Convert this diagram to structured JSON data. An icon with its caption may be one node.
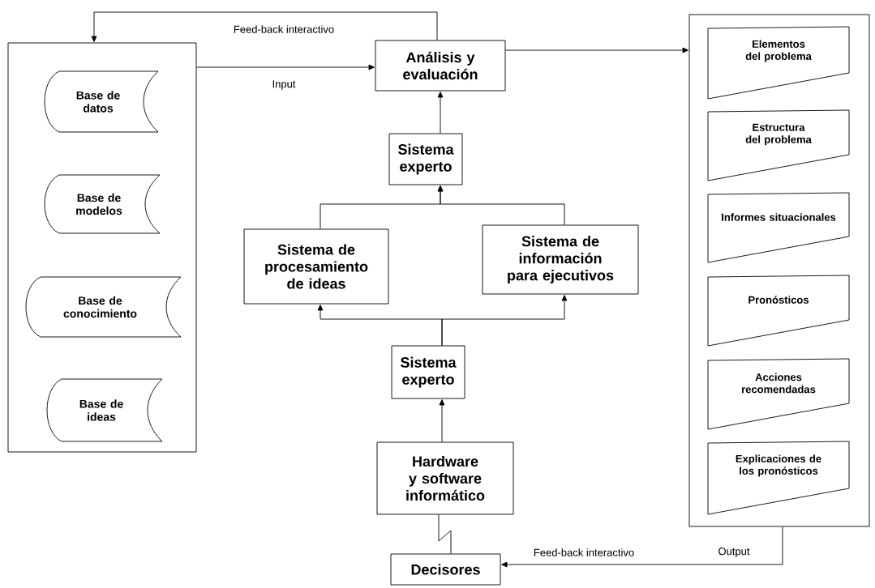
{
  "diagram": {
    "nodes": [
      {
        "text": [],
        "shape": "box"
      },
      {
        "text": [
          "Base de datos"
        ],
        "in": 0
      },
      {
        "text": [
          "Base de modelos"
        ],
        "in": 0
      },
      {
        "text": [
          "Base de conocimiento"
        ],
        "in": 0
      },
      {
        "text": [
          "Base de ideas"
        ],
        "in": 0
      },
      {
        "text": [
          "Análisis y evaluación"
        ]
      },
      {
        "text": [
          "Sistema experto"
        ]
      },
      {
        "text": [
          "Sistema de procesamiento de ideas"
        ]
      },
      {
        "text": [
          "Sistema de información para ejecutivos"
        ]
      },
      {
        "text": [
          "Sistema experto"
        ]
      },
      {
        "text": [
          "Hardware y software informático"
        ]
      },
      {
        "text": [
          "Decisores"
        ]
      },
      {
        "text": [],
        "shape": "box"
      },
      {
        "text": [
          "Elementos del problema"
        ],
        "in": 12
      },
      {
        "text": [
          "Estructura del problema"
        ],
        "in": 12
      },
      {
        "text": [
          "Informes situacionales"
        ],
        "in": 12
      },
      {
        "text": [
          "Pronósticos"
        ],
        "in": 12
      },
      {
        "text": [
          "Acciones recomendadas"
        ],
        "in": 12
      },
      {
        "text": [
          "Explicaciones de los pronósticos"
        ],
        "in": 12
      }
    ],
    "edges": [
      {
        "from": 5,
        "to": 0,
        "arrow": "to",
        "label": "Feed-back interactivo"
      },
      {
        "from": 0,
        "to": 5,
        "arrow": "to",
        "label": "Input"
      },
      {
        "from": 5,
        "to": 12,
        "arrow": "to"
      },
      {
        "from": 6,
        "to": 5,
        "arrow": "to"
      },
      {
        "from": 7,
        "to": 6,
        "arrow": "to"
      },
      {
        "from": 8,
        "to": 6,
        "arrow": "to"
      },
      {
        "from": 9,
        "to": 7,
        "arrow": "to"
      },
      {
        "from": 9,
        "to": 8,
        "arrow": "to"
      },
      {
        "from": 10,
        "to": 9,
        "arrow": "to"
      },
      {
        "from": 11,
        "to": 10,
        "arrow": "none"
      },
      {
        "from": 12,
        "to": 11,
        "arrow": "to",
        "label": "Feed-back interactivo"
      }
    ],
    "labels": [
      "Output"
    ]
  }
}
